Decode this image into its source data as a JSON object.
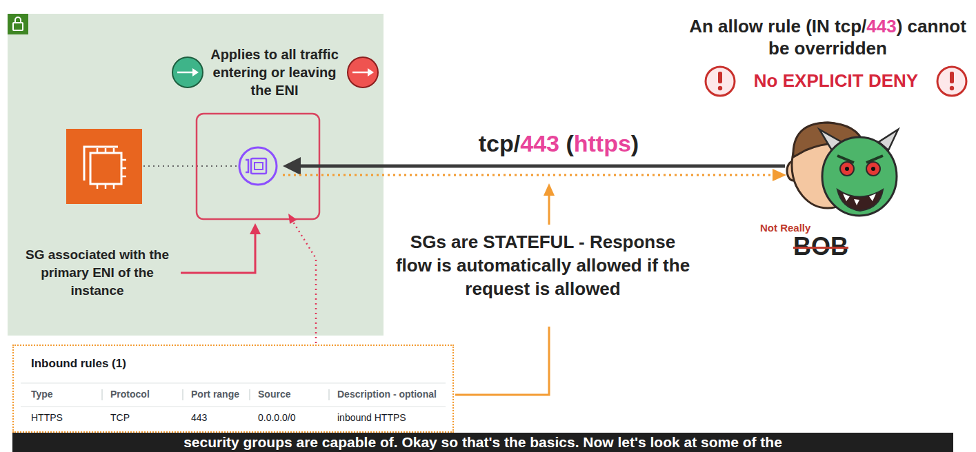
{
  "diagram": {
    "caption": "security groups are capable of. Okay so that's the basics. Now let's look at some of the",
    "nodes": [
      {
        "text": [
          "Applies to all traffic entering or leaving the ENI",
          "SG associated with the primary ENI of the instance"
        ]
      },
      {
        "text": [
          "Inbound rules (1)",
          "Type",
          "Protocol",
          "Port range",
          "Source",
          "Description - optional",
          "HTTPS",
          "TCP",
          "443",
          "0.0.0.0/0",
          "inbound HTTPS"
        ]
      }
    ],
    "labels": [
      "An allow rule (IN tcp/443) cannot be overridden",
      "No EXPLICIT DENY",
      "tcp/443 (https)",
      "SGs are STATEFUL - Response flow is automatically allowed if the request is allowed",
      "Not Really",
      "BOB"
    ]
  }
}
